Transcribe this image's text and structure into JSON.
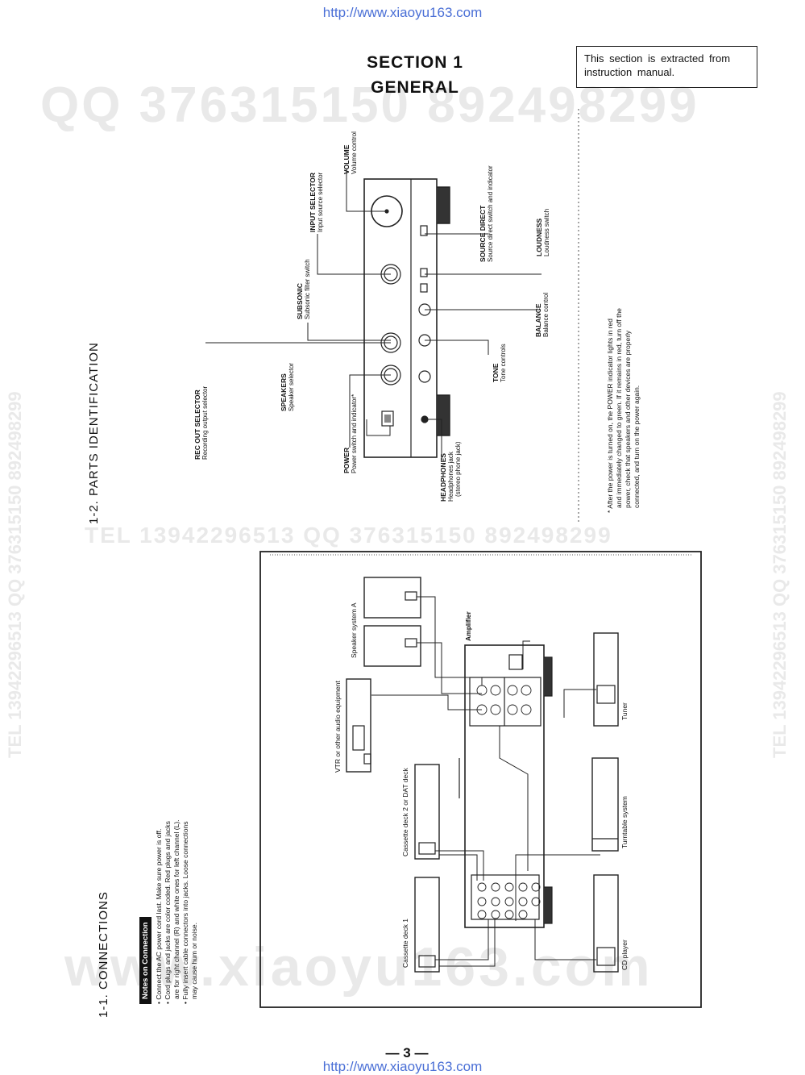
{
  "header": {
    "url_top": "http://www.xiaoyu163.com",
    "url_bottom": "http://www.xiaoyu163.com"
  },
  "section": {
    "line1": "SECTION 1",
    "line2": "GENERAL"
  },
  "extract_note": "This section is extracted from instruction manual.",
  "watermarks": {
    "qq": "QQ 376315150  892498299",
    "tel": "TEL 13942296513          QQ 376315150 892498299",
    "www": "www.xiaoyu163.com",
    "side_left": "TEL 13942296513 QQ 376315150 892498299",
    "side_right": "TEL 13942296513 QQ 376315150 892498299"
  },
  "parts": {
    "heading": "1-2. PARTS IDENTIFICATION",
    "labels": [
      {
        "title": "REC OUT SELECTOR",
        "desc": "Recording output selector"
      },
      {
        "title": "SPEAKERS",
        "desc": "Speaker selector"
      },
      {
        "title": "POWER",
        "desc": "Power switch and indicator*"
      },
      {
        "title": "SUBSONIC",
        "desc": "Subsonic filter switch"
      },
      {
        "title": "INPUT SELECTOR",
        "desc": "Input source selector"
      },
      {
        "title": "VOLUME",
        "desc": "Volume control"
      },
      {
        "title": "HEADPHONES",
        "desc": "Headphones jack",
        "desc2": "(stereo phone jack)"
      },
      {
        "title": "TONE",
        "desc": "Tone controls"
      },
      {
        "title": "BALANCE",
        "desc": "Balance control"
      },
      {
        "title": "SOURCE DIRECT",
        "desc": "Source direct switch and indicator"
      },
      {
        "title": "LOUDNESS",
        "desc": "Loudness switch"
      }
    ],
    "footnote": [
      "* After the power is turned on, the POWER indicator lights in red",
      "and immediately changed to green. If it remains in red, turn off the",
      "power, check that speakers and other devices are properly",
      "connected, and turn on the power again."
    ]
  },
  "connections": {
    "heading": "1-1. CONNECTIONS",
    "notes_title": "Notes on Connection",
    "notes": [
      "• Connect the AC power cord last. Make sure power is off.",
      "• Cord plugs and jacks are color coded. Red plugs and jacks",
      "are for right channel (R) and white ones for left channel (L).",
      "• Fully insert cable connectors into jacks. Loose connections",
      "may cause hum or noise."
    ],
    "devices": {
      "speaker": "Speaker system A",
      "amplifier": "Amplifier",
      "vtr": "VTR or other audio equipment",
      "tuner": "Tuner",
      "deck2": "Cassette deck 2 or DAT deck",
      "turntable": "Turntable system",
      "deck1": "Cassette deck 1",
      "cd": "CD player"
    }
  },
  "page_number": "— 3 —"
}
